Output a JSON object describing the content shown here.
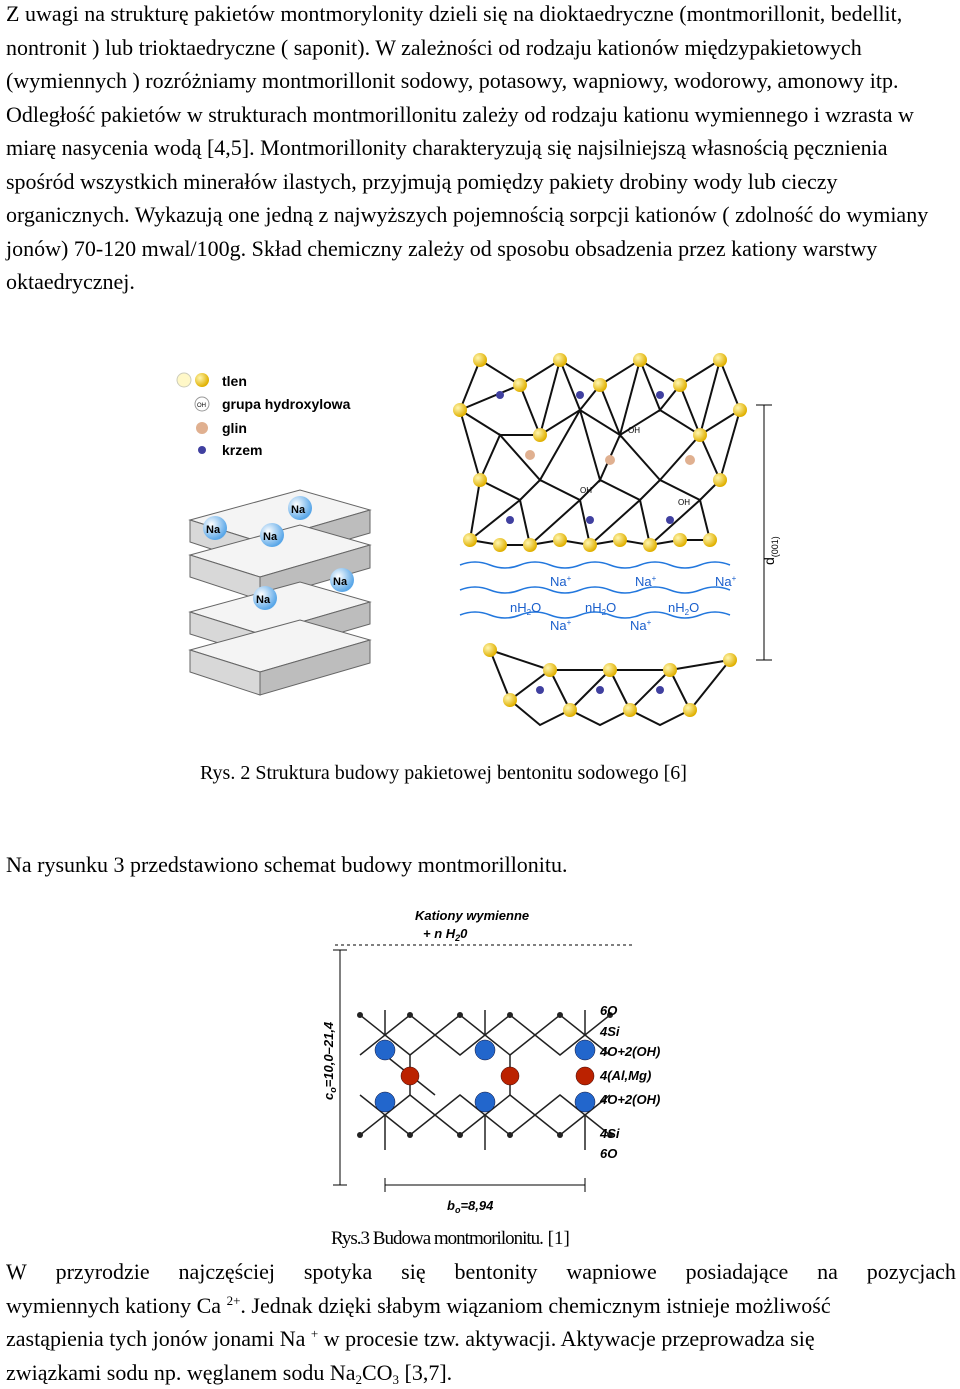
{
  "intro": {
    "text": "Z uwagi na strukturę pakietów montmorylonity dzieli się na dioktaedryczne (montmorillonit, bedellit, nontronit ) lub trioktaedryczne ( saponit). W zależności od rodzaju kationów międzypakietowych (wymiennych ) rozróżniamy montmorillonit sodowy, potasowy, wapniowy, wodorowy, amonowy itp. Odległość pakietów w strukturach montmorillonitu zależy od rodzaju kationu wymiennego i wzrasta w miarę nasycenia wodą [4,5]. Montmorillonity charakteryzują się najsilniejszą własnością pęcznienia spośród wszystkich minerałów ilastych, przyjmują pomiędzy pakiety drobiny wody lub cieczy organicznych. Wykazują one jedną z najwyższych pojemnością sorpcji kationów ( zdolność do wymiany jonów) 70-120 mwal/100g. Skład chemiczny zależy od sposobu obsadzenia przez kationy warstwy oktaedrycznej."
  },
  "figure2": {
    "legend": [
      "tlen",
      "grupa hydroxylowa",
      "glin",
      "krzem"
    ],
    "legend_oh": "OH",
    "cation": "Na",
    "cation_charge": "+",
    "water": "nH",
    "water_sub": "2",
    "water_tail": "O",
    "oh_label": "OH",
    "d_label": "d",
    "d_sub": "(001)",
    "caption": "Rys. 2 Struktura budowy pakietowej bentonitu sodowego [6]"
  },
  "lead3": "Na rysunku 3 przedstawiono schemat budowy montmorillonitu.",
  "figure3": {
    "top_label_1": "Kationy wymienne",
    "top_label_2": "+ n H",
    "top_label_2_sub": "2",
    "top_label_2_tail": "0",
    "layers": [
      "6O",
      "4Si",
      "4O+2(OH)",
      "4(Al,Mg)",
      "4O+2(OH)",
      "4Si",
      "6O"
    ],
    "c_label": "c",
    "c_sub": "o",
    "c_value": "=10,0–21,4",
    "b_label": "b",
    "b_sub": "o",
    "b_value": "=8,94",
    "caption_a": "Rys.3 Budowa montmorilonitu.",
    "caption_b": "[1]"
  },
  "outro": {
    "line1": [
      "W",
      "przyrodzie",
      "najczęściej",
      "spotyka",
      "się",
      "bentonity",
      "wapniowe",
      "posiadające",
      "na",
      "pozycjach"
    ],
    "line2_a": "wymiennych kationy Ca ",
    "line2_sup": "2+",
    "line2_b": ". Jednak dzięki słabym wiązaniom chemicznym istnieje możliwość",
    "line3_a": "zastąpienia tych jonów jonami Na ",
    "line3_sup": "+",
    "line3_b": " w procesie tzw. aktywacji. Aktywacje przeprowadza się",
    "line4_a": "związkami sodu np. węglanem sodu Na",
    "line4_sub1": "2",
    "line4_b": "CO",
    "line4_sub2": "3",
    "line4_c": " [3,7]."
  },
  "colors": {
    "oxygen": "#f2c200",
    "hydroxyl": "#ffffff",
    "aluminium": "#e0b090",
    "silicon": "#4040a0",
    "water_line": "#2277dd",
    "cation_text": "#1a5fcc",
    "blue_atom": "#2266cc",
    "red_atom": "#bb2200"
  }
}
